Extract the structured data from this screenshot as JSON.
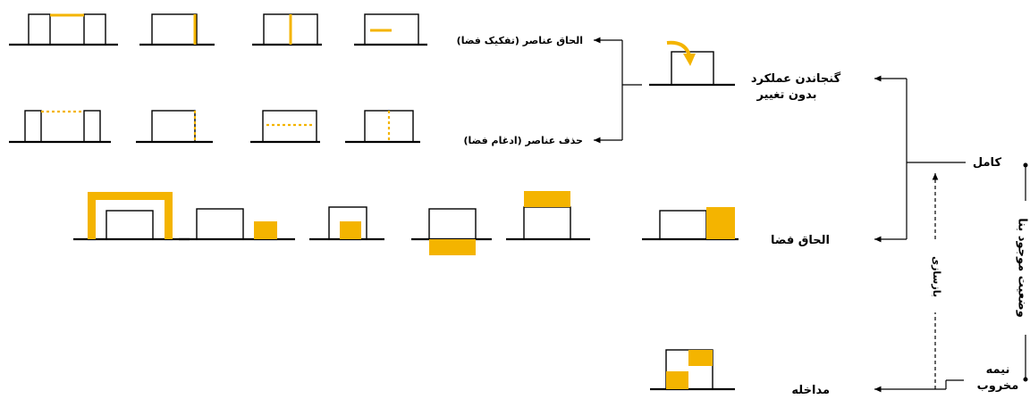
{
  "labels": {
    "root": "وضعیت موجود بنا",
    "complete": "کامل",
    "semi_ruined": [
      "نیمه",
      "مخروب"
    ],
    "restoration": "بازسازی",
    "fit_without_change": [
      "گنجاندن عملکرد",
      "بدون تغییر"
    ],
    "add_elements": "الحاق عناصر (تفکیک فضا)",
    "remove_elements": "حذف عناصر (ادغام فضا)",
    "add_space": "الحاق فضا",
    "intervention": "مداخله"
  },
  "colors": {
    "accent": "#F4B400",
    "stroke": "#000000",
    "background": "#FFFFFF"
  }
}
